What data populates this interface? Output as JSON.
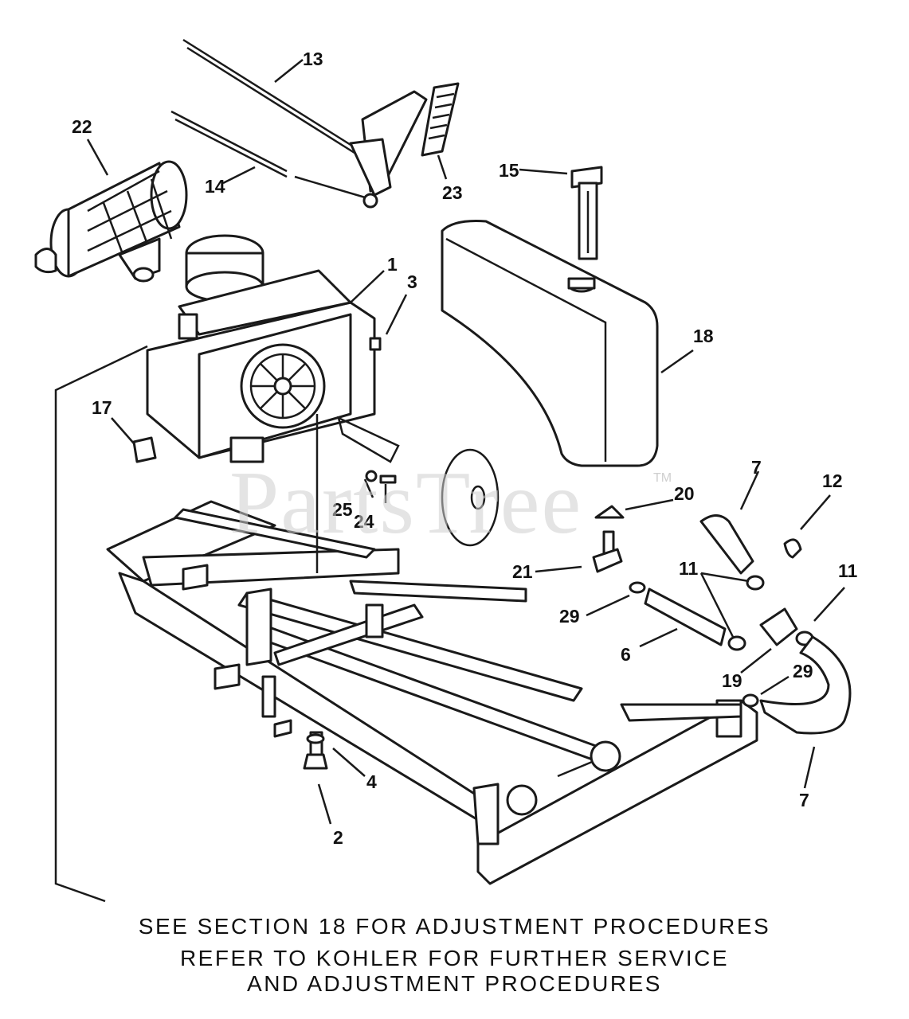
{
  "watermark": "PartsTree",
  "watermark_mark": "TM",
  "callouts": [
    "1",
    "2",
    "3",
    "4",
    "6",
    "7",
    "7",
    "11",
    "11",
    "12",
    "13",
    "14",
    "15",
    "17",
    "18",
    "19",
    "20",
    "21",
    "22",
    "23",
    "24",
    "25",
    "29",
    "29"
  ],
  "notes": {
    "line1": "SEE SECTION 18 FOR ADJUSTMENT PROCEDURES",
    "line2": "REFER TO KOHLER FOR FURTHER SERVICE",
    "line3": "AND ADJUSTMENT PROCEDURES"
  },
  "colors": {
    "ink": "#111111",
    "background": "#ffffff",
    "watermark": "#cfcfcf"
  }
}
